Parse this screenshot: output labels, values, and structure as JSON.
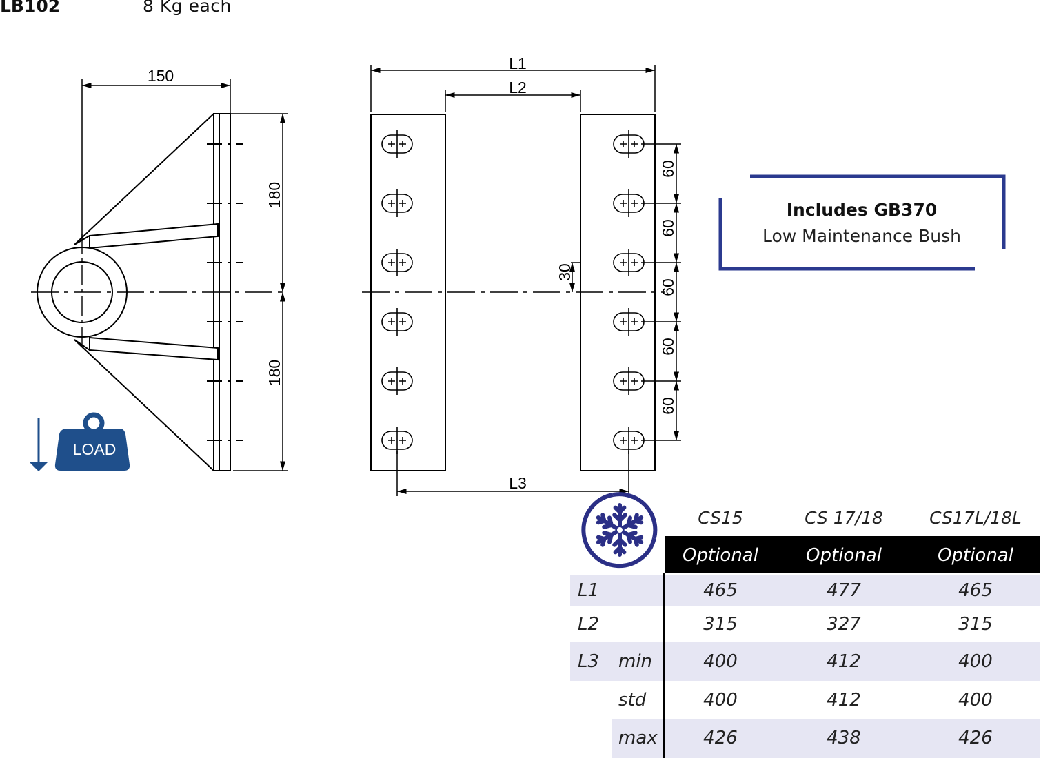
{
  "header": {
    "code": "LB102",
    "weight": "8 Kg each"
  },
  "icons": {
    "load": "load-weight-icon",
    "frost": "snowflake-icon",
    "arrow": "arrow-down-icon"
  },
  "load_label": "LOAD",
  "dimensions": {
    "side_width": "150",
    "side_upper": "180",
    "side_lower": "180",
    "L1": "L1",
    "L2": "L2",
    "L3": "L3",
    "offset": "30",
    "pitch": [
      "60",
      "60",
      "60",
      "60",
      "60"
    ]
  },
  "callout": {
    "title": "Includes GB370",
    "subtitle": "Low Maintenance Bush"
  },
  "colors": {
    "accent": "#2b3a8f",
    "table_header": "#000000",
    "band": "#e6e6f3"
  },
  "table": {
    "columns": [
      "CS15",
      "CS 17/18",
      "CS17L/18L"
    ],
    "optional": [
      "Optional",
      "Optional",
      "Optional"
    ],
    "rows": [
      {
        "label": "L1",
        "sub": "",
        "values": [
          "465",
          "477",
          "465"
        ]
      },
      {
        "label": "L2",
        "sub": "",
        "values": [
          "315",
          "327",
          "315"
        ]
      },
      {
        "label": "L3",
        "sub": "min",
        "values": [
          "400",
          "412",
          "400"
        ]
      },
      {
        "label": "",
        "sub": "std",
        "values": [
          "400",
          "412",
          "400"
        ]
      },
      {
        "label": "",
        "sub": "max",
        "values": [
          "426",
          "438",
          "426"
        ]
      }
    ]
  }
}
